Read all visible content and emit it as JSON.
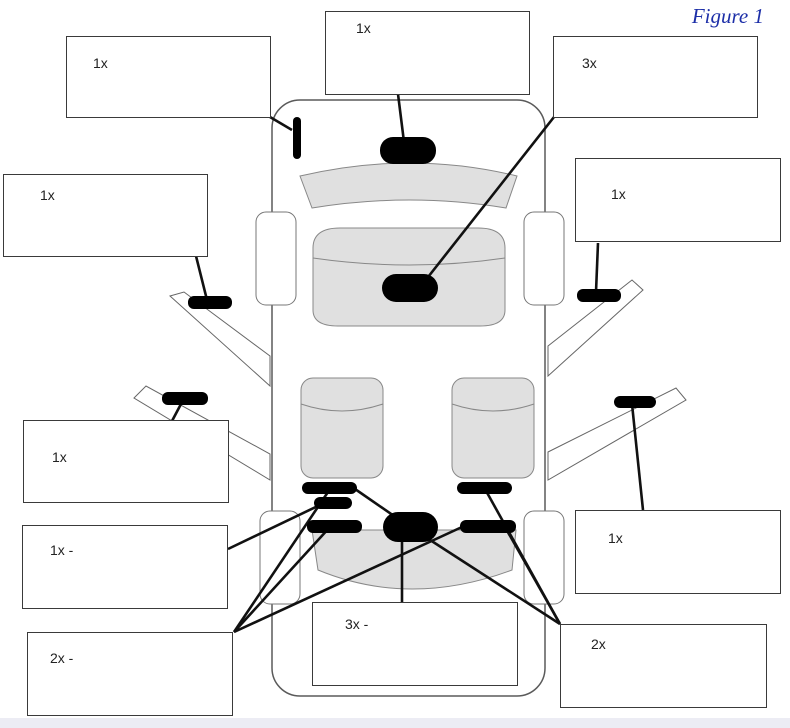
{
  "figure": {
    "title": "Figure 1",
    "title_color": "#1d2fa8"
  },
  "callouts": [
    {
      "id": "front-left-pillar",
      "qty": "1x"
    },
    {
      "id": "windshield",
      "qty": "1x"
    },
    {
      "id": "dashboard",
      "qty": "3x"
    },
    {
      "id": "front-left-door",
      "qty": "1x"
    },
    {
      "id": "front-right-door",
      "qty": "1x"
    },
    {
      "id": "rear-left-door",
      "qty": "1x"
    },
    {
      "id": "rear-right-door",
      "qty": "1x"
    },
    {
      "id": "rear-left-seat-floor",
      "qty": "1x -"
    },
    {
      "id": "rear-left-seat-sides",
      "qty": "2x -"
    },
    {
      "id": "rear-center",
      "qty": "3x -"
    },
    {
      "id": "rear-right-seat-sides",
      "qty": "2x"
    }
  ],
  "colors": {
    "car_outline": "#5a5a5a",
    "interior_fill": "#e0e0e0",
    "sensor": "#000000",
    "leader": "#111111"
  },
  "icons": {
    "sensor": "black-pill-sensor"
  }
}
